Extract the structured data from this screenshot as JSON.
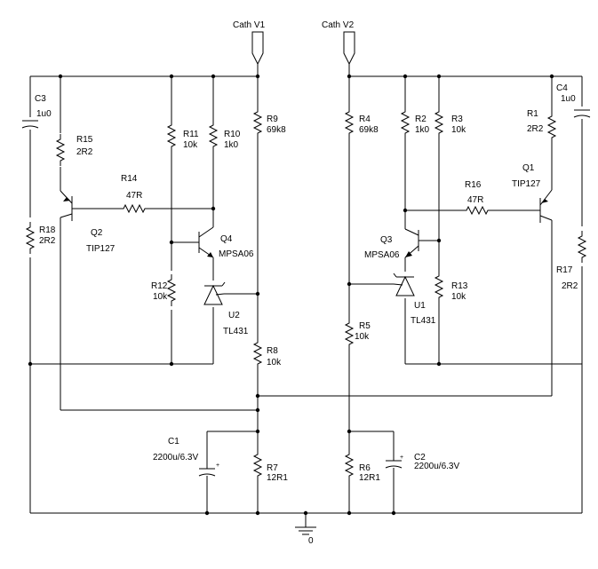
{
  "ports": {
    "cath_v1": "Cath V1",
    "cath_v2": "Cath V2"
  },
  "ground": {
    "label": "0"
  },
  "components": {
    "C3": {
      "ref": "C3",
      "value": "1u0"
    },
    "C4": {
      "ref": "C4",
      "value": "1u0"
    },
    "C1": {
      "ref": "C1",
      "value": "2200u/6.3V"
    },
    "C2": {
      "ref": "C2",
      "value": "2200u/6.3V"
    },
    "R1": {
      "ref": "R1",
      "value": "2R2"
    },
    "R2": {
      "ref": "R2",
      "value": "1k0"
    },
    "R3": {
      "ref": "R3",
      "value": "10k"
    },
    "R4": {
      "ref": "R4",
      "value": "69k8"
    },
    "R5": {
      "ref": "R5",
      "value": "10k"
    },
    "R6": {
      "ref": "R6",
      "value": "12R1"
    },
    "R7": {
      "ref": "R7",
      "value": "12R1"
    },
    "R8": {
      "ref": "R8",
      "value": "10k"
    },
    "R9": {
      "ref": "R9",
      "value": "69k8"
    },
    "R10": {
      "ref": "R10",
      "value": "1k0"
    },
    "R11": {
      "ref": "R11",
      "value": "10k"
    },
    "R12": {
      "ref": "R12",
      "value": "10k"
    },
    "R13": {
      "ref": "R13",
      "value": "10k"
    },
    "R14": {
      "ref": "R14",
      "value": "47R"
    },
    "R15": {
      "ref": "R15",
      "value": "2R2"
    },
    "R16": {
      "ref": "R16",
      "value": "47R"
    },
    "R17": {
      "ref": "R17",
      "value": "2R2"
    },
    "R18": {
      "ref": "R18",
      "value": "2R2"
    },
    "Q1": {
      "ref": "Q1",
      "value": "TIP127"
    },
    "Q2": {
      "ref": "Q2",
      "value": "TIP127"
    },
    "Q3": {
      "ref": "Q3",
      "value": "MPSA06"
    },
    "Q4": {
      "ref": "Q4",
      "value": "MPSA06"
    },
    "U1": {
      "ref": "U1",
      "value": "TL431"
    },
    "U2": {
      "ref": "U2",
      "value": "TL431"
    }
  }
}
